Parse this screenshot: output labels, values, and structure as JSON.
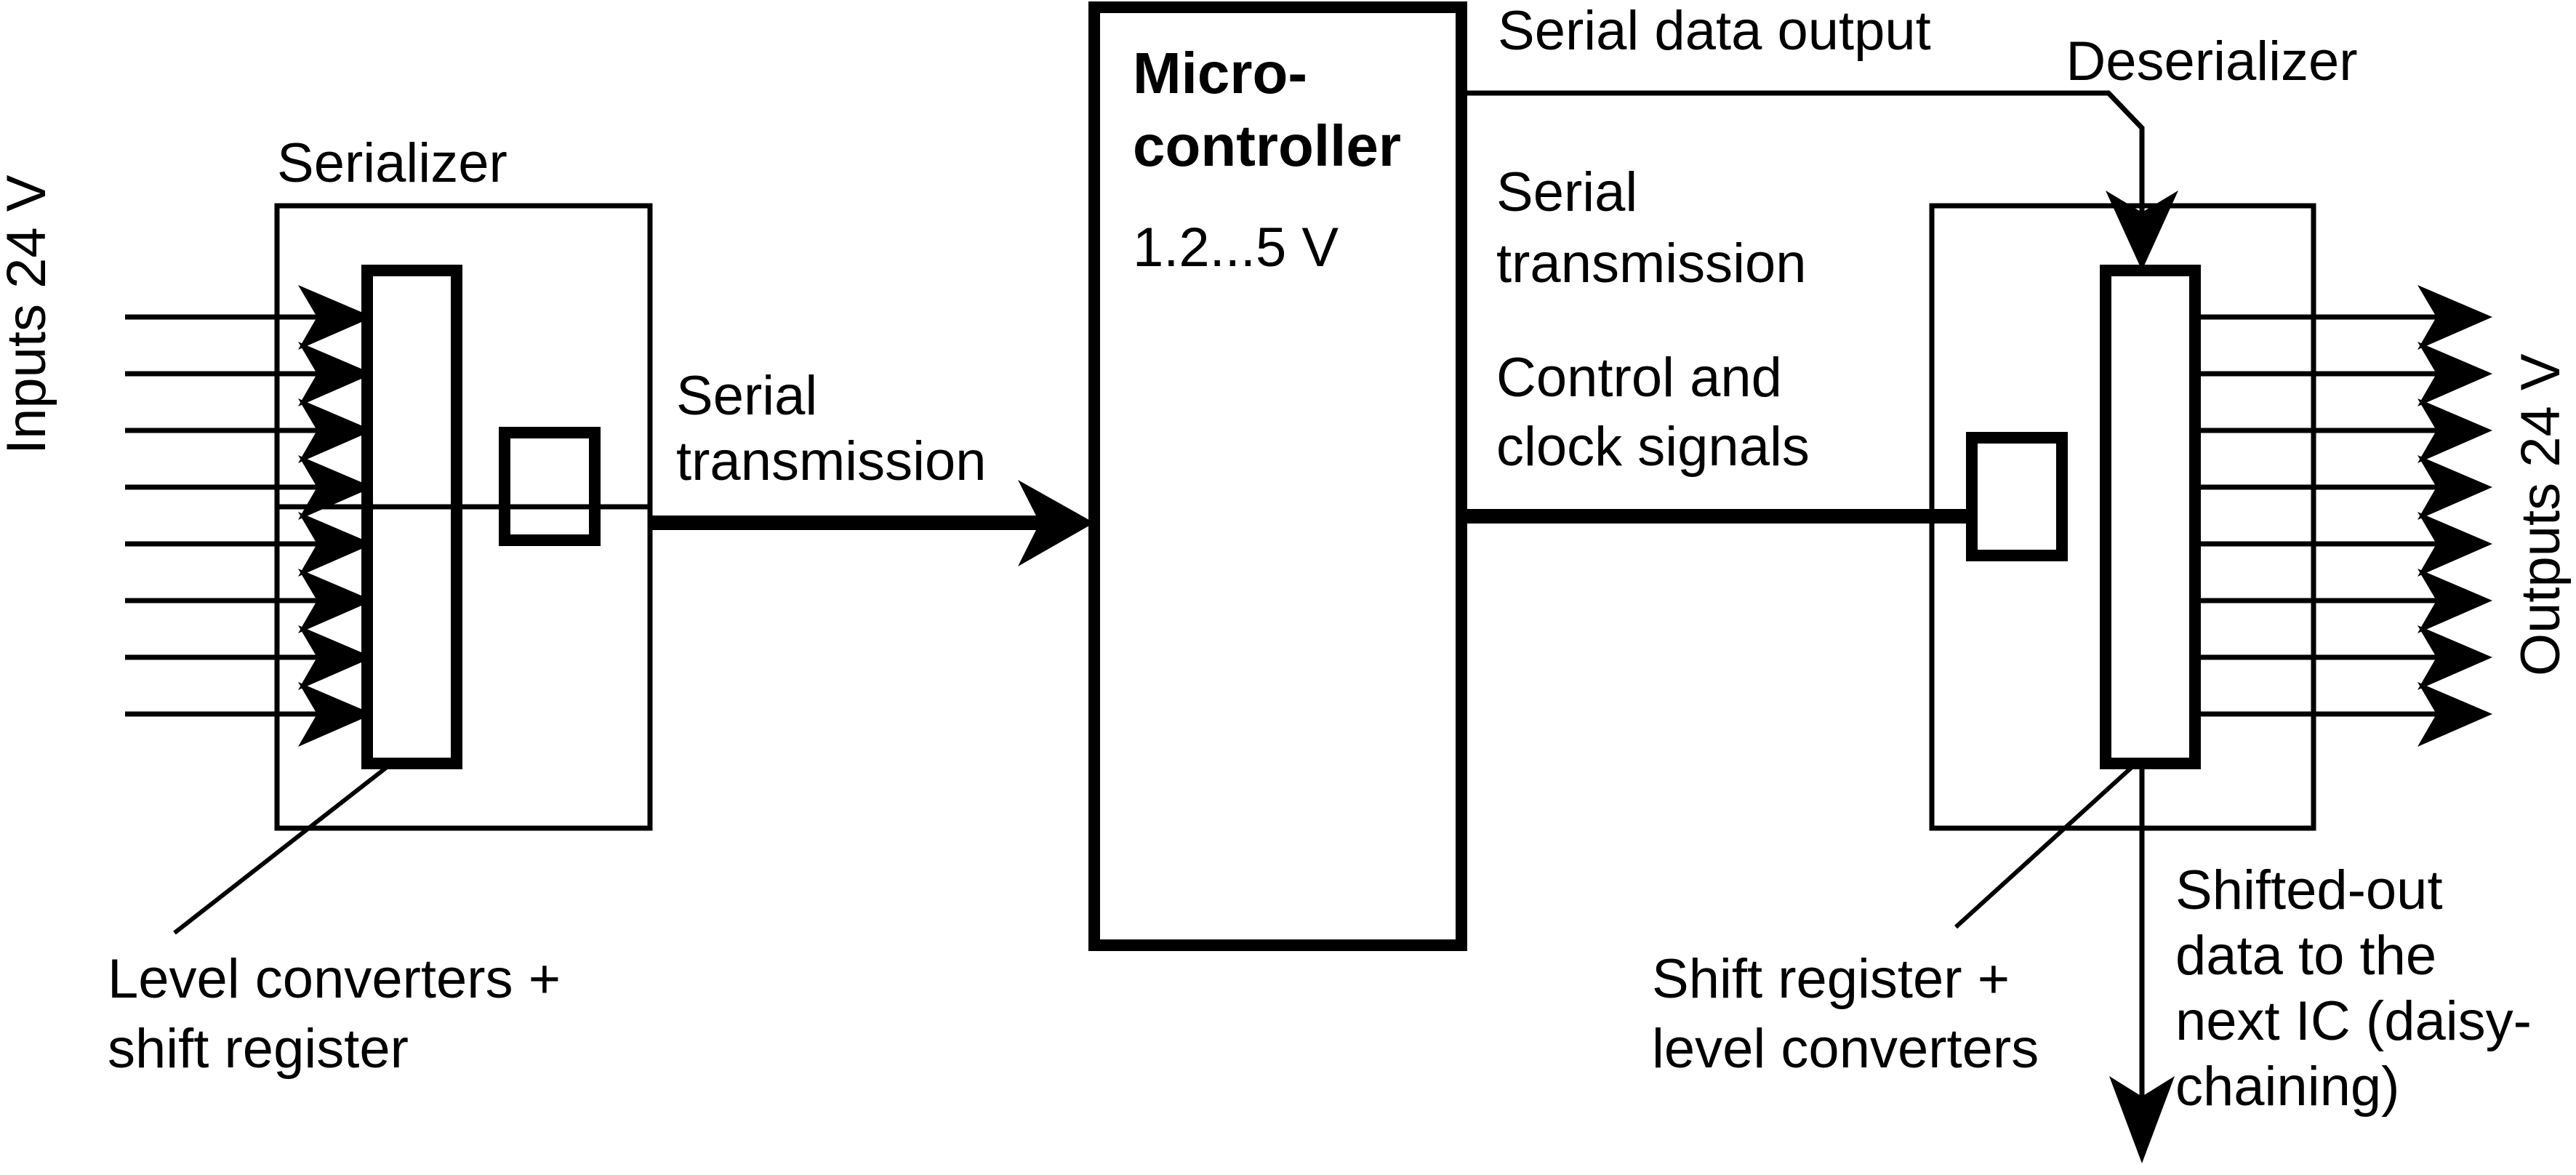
{
  "diagram": {
    "title": "Serializer / Microcontroller / Deserializer block diagram",
    "accent_color": "#000000",
    "background_color": "#ffffff"
  },
  "labels": {
    "inputs_left": "Inputs 24 V",
    "serializer": "Serializer",
    "serializer_note_line1": "Level converters +",
    "serializer_note_line2": "shift register",
    "serial_transmission_left_line1": "Serial",
    "serial_transmission_left_line2": "transmission",
    "microcontroller_line1": "Micro-",
    "microcontroller_line2": "controller",
    "microcontroller_voltage": "1.2...5 V",
    "serial_data_output": "Serial data output",
    "serial_transmission_right_line1": "Serial",
    "serial_transmission_right_line2": "transmission",
    "control_clock_line1": "Control and",
    "control_clock_line2": "clock signals",
    "deserializer": "Deserializer",
    "deserializer_note_line1": "Shift register +",
    "deserializer_note_line2": "level converters",
    "shifted_out_line1": "Shifted-out",
    "shifted_out_line2": "data to the",
    "shifted_out_line3": "next IC (daisy-",
    "shifted_out_line4": "chaining)",
    "outputs_right": "Outputs 24 V"
  },
  "counts": {
    "input_lines": 8,
    "output_lines": 8
  },
  "icons": {
    "input_arrow": "arrow-right-icon",
    "output_arrow": "arrow-right-icon",
    "bus_arrow": "thick-arrow-right-icon",
    "serial_in_arrow": "arrow-down-icon",
    "daisy_chain_arrow": "arrow-down-icon"
  }
}
